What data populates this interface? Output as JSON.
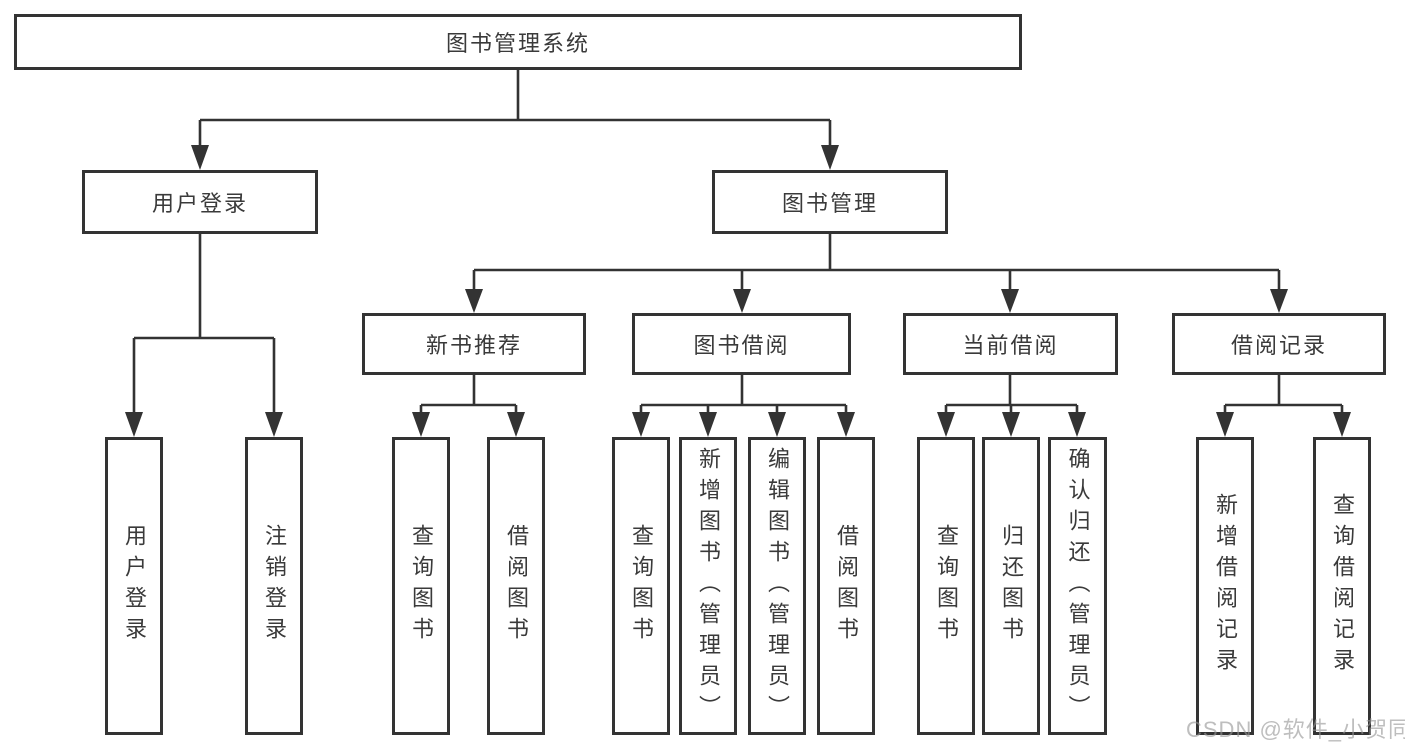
{
  "diagram": {
    "root": "图书管理系统",
    "branches": [
      {
        "label": "用户登录",
        "leaves": [
          "用户登录",
          "注销登录"
        ]
      },
      {
        "label": "图书管理",
        "groups": [
          {
            "label": "新书推荐",
            "leaves": [
              "查询图书",
              "借阅图书"
            ]
          },
          {
            "label": "图书借阅",
            "leaves": [
              "查询图书",
              "新增图书（管理员）",
              "编辑图书（管理员）",
              "借阅图书"
            ]
          },
          {
            "label": "当前借阅",
            "leaves": [
              "查询图书",
              "归还图书",
              "确认归还（管理员）"
            ]
          },
          {
            "label": "借阅记录",
            "leaves": [
              "新增借阅记录",
              "查询借阅记录"
            ]
          }
        ]
      }
    ]
  },
  "watermark": {
    "text": "CSDN @软件_小贺同学"
  },
  "colors": {
    "line": "#333333",
    "box_border": "#333333",
    "text": "#3a3a3a",
    "watermark": "#9a9a9a",
    "background": "#ffffff"
  }
}
